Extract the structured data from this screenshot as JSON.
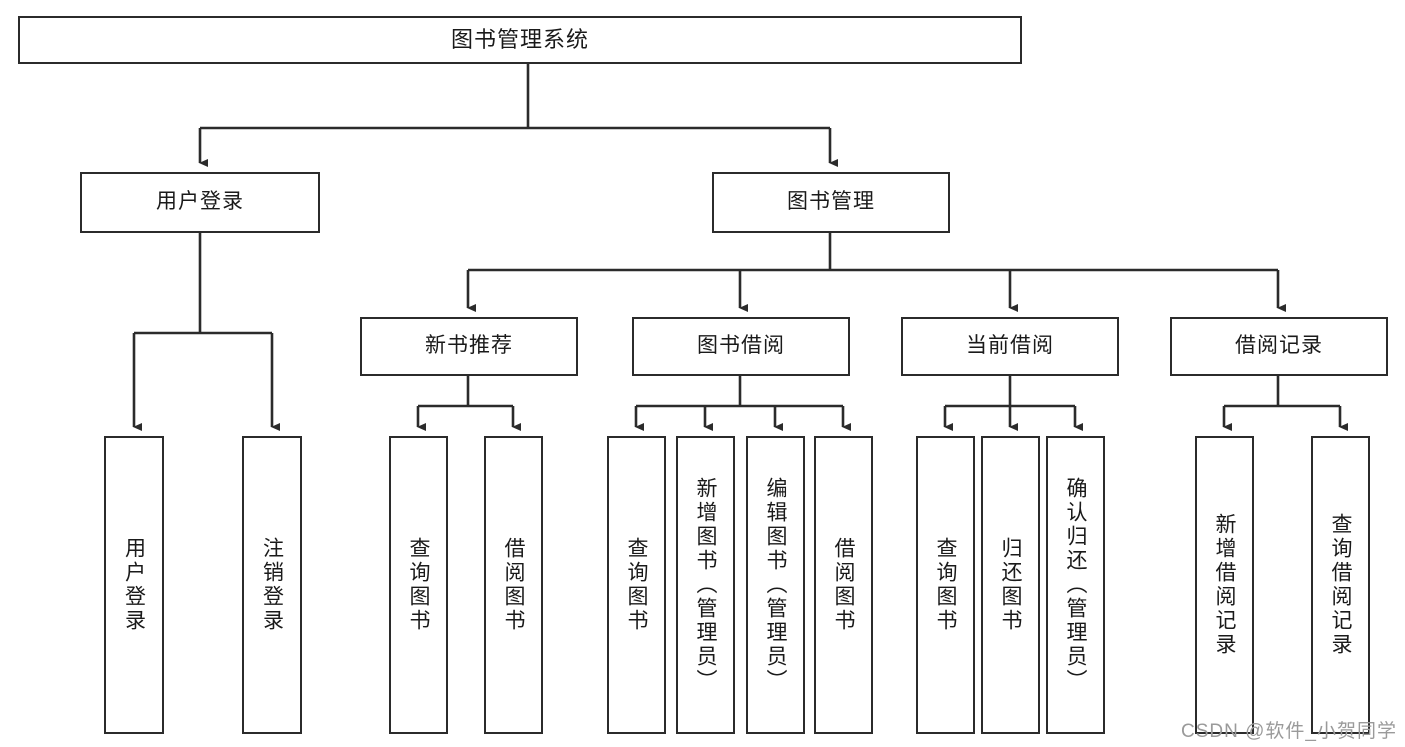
{
  "diagram": {
    "title": "图书管理系统",
    "type": "hierarchy-tree",
    "watermark": "CSDN @软件_小贺同学",
    "colors": {
      "box_border": "#2b2b2b",
      "box_fill": "#ffffff",
      "connector": "#2b2b2b",
      "text": "#1a1a1a",
      "watermark": "#9a9a9a"
    },
    "root": {
      "label": "图书管理系统"
    },
    "level1": [
      {
        "label": "用户登录"
      },
      {
        "label": "图书管理"
      }
    ],
    "level2": [
      {
        "label": "新书推荐"
      },
      {
        "label": "图书借阅"
      },
      {
        "label": "当前借阅"
      },
      {
        "label": "借阅记录"
      }
    ],
    "leaves_user_login": [
      {
        "label": "用户登录"
      },
      {
        "label": "注销登录"
      }
    ],
    "leaves_new_book": [
      {
        "label": "查询图书"
      },
      {
        "label": "借阅图书"
      }
    ],
    "leaves_borrow": [
      {
        "label": "查询图书"
      },
      {
        "label": "新增图书（管理员）"
      },
      {
        "label": "编辑图书（管理员）"
      },
      {
        "label": "借阅图书"
      }
    ],
    "leaves_current": [
      {
        "label": "查询图书"
      },
      {
        "label": "归还图书"
      },
      {
        "label": "确认归还（管理员）"
      }
    ],
    "leaves_records": [
      {
        "label": "新增借阅记录"
      },
      {
        "label": "查询借阅记录"
      }
    ]
  }
}
